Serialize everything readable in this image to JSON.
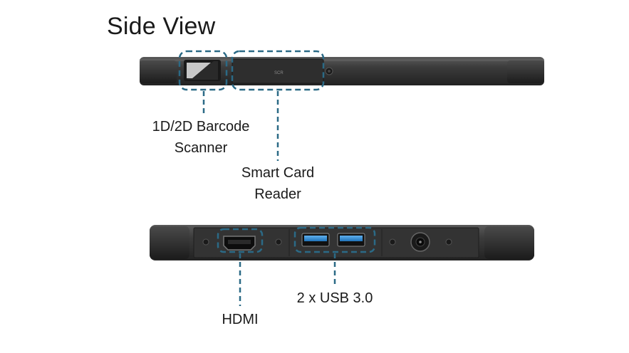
{
  "title": "Side View",
  "callouts": {
    "barcode": {
      "line1": "1D/2D Barcode",
      "line2": "Scanner"
    },
    "smartcard": {
      "line1": "Smart Card",
      "line2": "Reader"
    },
    "hdmi": {
      "line1": "HDMI"
    },
    "usb": {
      "line1": "2 x USB 3.0"
    }
  },
  "colors": {
    "callout": "#2b6a86",
    "device_body": "#3a3a3a",
    "usb_blue": "#2f8fd8"
  }
}
